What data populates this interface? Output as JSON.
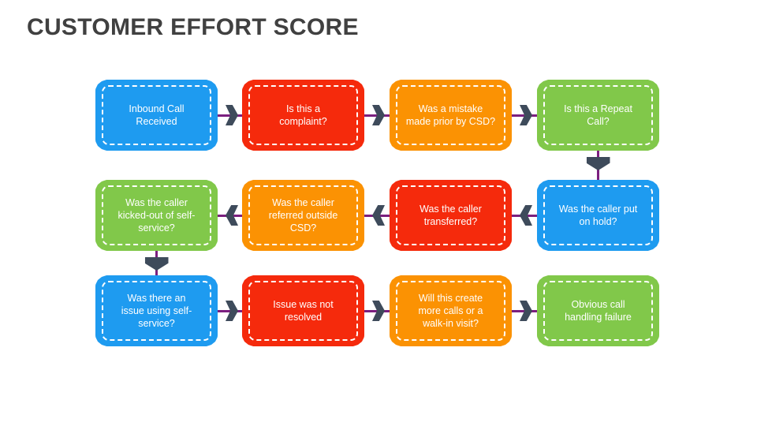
{
  "title": "CUSTOMER EFFORT SCORE",
  "colors": {
    "blue": "#1E9BF0",
    "red": "#F52A0C",
    "orange": "#FB9203",
    "green": "#81C84A",
    "connector_line": "#7B1F7F",
    "arrow_head": "#3E4B5B",
    "title_text": "#404040",
    "node_text": "#FFFFFF",
    "background": "#FFFFFF"
  },
  "nodes": [
    {
      "id": "n1",
      "row": 1,
      "col": 1,
      "color": "blue",
      "label": "Inbound Call\nReceived"
    },
    {
      "id": "n2",
      "row": 1,
      "col": 2,
      "color": "red",
      "label": "Is this a\ncomplaint?"
    },
    {
      "id": "n3",
      "row": 1,
      "col": 3,
      "color": "orange",
      "label": "Was a mistake\nmade prior by CSD?"
    },
    {
      "id": "n4",
      "row": 1,
      "col": 4,
      "color": "green",
      "label": "Is this a Repeat\nCall?"
    },
    {
      "id": "n5",
      "row": 2,
      "col": 1,
      "color": "green",
      "label": "Was the caller\nkicked-out of self-\nservice?"
    },
    {
      "id": "n6",
      "row": 2,
      "col": 2,
      "color": "orange",
      "label": "Was the caller\nreferred outside\nCSD?"
    },
    {
      "id": "n7",
      "row": 2,
      "col": 3,
      "color": "red",
      "label": "Was the caller\ntransferred?"
    },
    {
      "id": "n8",
      "row": 2,
      "col": 4,
      "color": "blue",
      "label": "Was the caller put\non hold?"
    },
    {
      "id": "n9",
      "row": 3,
      "col": 1,
      "color": "blue",
      "label": "Was there an\nissue using self-\nservice?"
    },
    {
      "id": "n10",
      "row": 3,
      "col": 2,
      "color": "red",
      "label": "Issue was not\nresolved"
    },
    {
      "id": "n11",
      "row": 3,
      "col": 3,
      "color": "orange",
      "label": "Will this create\nmore calls or a\nwalk-in visit?"
    },
    {
      "id": "n12",
      "row": 3,
      "col": 4,
      "color": "green",
      "label": "Obvious call\nhandling failure"
    }
  ],
  "connectors": [
    {
      "id": "c1",
      "orientation": "horizontal",
      "direction": "right",
      "from": "n1",
      "to": "n2"
    },
    {
      "id": "c2",
      "orientation": "horizontal",
      "direction": "right",
      "from": "n2",
      "to": "n3"
    },
    {
      "id": "c3",
      "orientation": "horizontal",
      "direction": "right",
      "from": "n3",
      "to": "n4"
    },
    {
      "id": "c4",
      "orientation": "vertical",
      "direction": "down",
      "from": "n4",
      "to": "n8"
    },
    {
      "id": "c5",
      "orientation": "horizontal",
      "direction": "left",
      "from": "n8",
      "to": "n7"
    },
    {
      "id": "c6",
      "orientation": "horizontal",
      "direction": "left",
      "from": "n7",
      "to": "n6"
    },
    {
      "id": "c7",
      "orientation": "horizontal",
      "direction": "left",
      "from": "n6",
      "to": "n5"
    },
    {
      "id": "c8",
      "orientation": "vertical",
      "direction": "down",
      "from": "n5",
      "to": "n9"
    },
    {
      "id": "c9",
      "orientation": "horizontal",
      "direction": "right",
      "from": "n9",
      "to": "n10"
    },
    {
      "id": "c10",
      "orientation": "horizontal",
      "direction": "right",
      "from": "n10",
      "to": "n11"
    },
    {
      "id": "c11",
      "orientation": "horizontal",
      "direction": "right",
      "from": "n11",
      "to": "n12"
    }
  ]
}
